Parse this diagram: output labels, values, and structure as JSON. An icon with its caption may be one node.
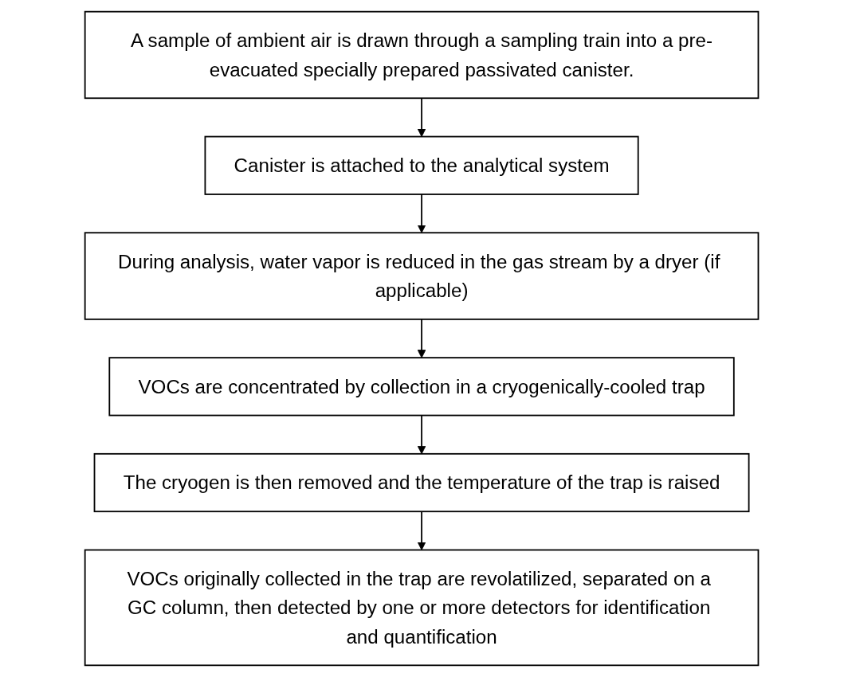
{
  "diagram": {
    "nodes": [
      {
        "text": [
          "A sample of ambient air is drawn through a sampling train into a pre-evacuated specially prepared passivated canister."
        ]
      },
      {
        "text": [
          "Canister is attached to the analytical system"
        ]
      },
      {
        "text": [
          "During analysis, water vapor is reduced in the gas stream by a dryer (if applicable)"
        ]
      },
      {
        "text": [
          "VOCs are concentrated by collection in a cryogenically-cooled trap"
        ]
      },
      {
        "text": [
          "The cryogen is then removed and the temperature of the trap is raised"
        ]
      },
      {
        "text": [
          "VOCs originally collected in the trap are revolatilized, separated on a GC column, then detected by one or more detectors for identification and quantification"
        ]
      }
    ],
    "edges": [
      {
        "from": 0,
        "to": 1,
        "arrow": "to"
      },
      {
        "from": 1,
        "to": 2,
        "arrow": "to"
      },
      {
        "from": 2,
        "to": 3,
        "arrow": "to"
      },
      {
        "from": 3,
        "to": 4,
        "arrow": "to"
      },
      {
        "from": 4,
        "to": 5,
        "arrow": "to"
      }
    ]
  }
}
